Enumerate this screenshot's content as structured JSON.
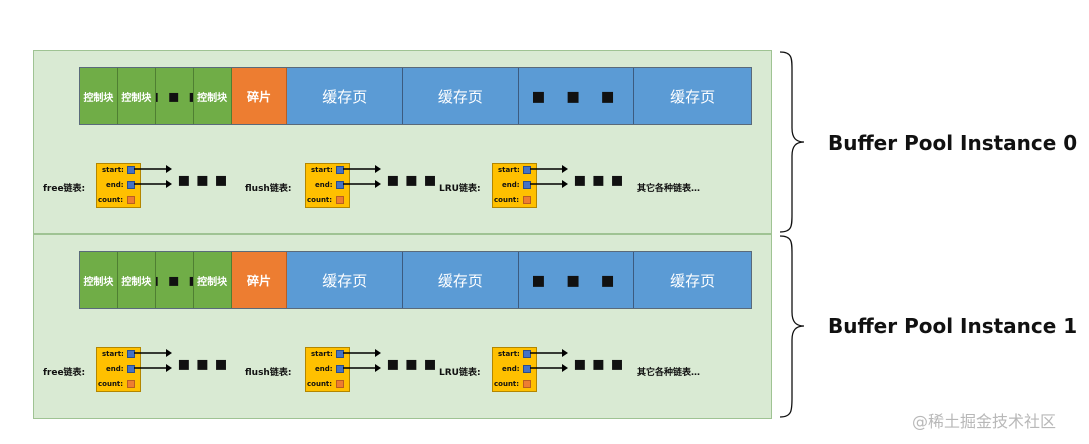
{
  "instances": [
    {
      "label": "Buffer Pool Instance 0",
      "pages": {
        "control_blocks": [
          "控制块",
          "控制块",
          "▪ ▪ ▪",
          "控制块"
        ],
        "fragment": "碎片",
        "cache_pages": [
          "缓存页",
          "缓存页",
          "▪ ▪ ▪",
          "缓存页"
        ]
      },
      "lists": [
        {
          "label": "free链表:",
          "fields": [
            "start:",
            "end:",
            "count:"
          ],
          "dots": "▪▪▪"
        },
        {
          "label": "flush链表:",
          "fields": [
            "start:",
            "end:",
            "count:"
          ],
          "dots": "▪▪▪"
        },
        {
          "label": "LRU链表:",
          "fields": [
            "start:",
            "end:",
            "count:"
          ],
          "dots": "▪▪▪"
        }
      ],
      "other": "其它各种链表…"
    },
    {
      "label": "Buffer Pool Instance 1",
      "pages": {
        "control_blocks": [
          "控制块",
          "控制块",
          "▪ ▪ ▪",
          "控制块"
        ],
        "fragment": "碎片",
        "cache_pages": [
          "缓存页",
          "缓存页",
          "▪ ▪ ▪",
          "缓存页"
        ]
      },
      "lists": [
        {
          "label": "free链表:",
          "fields": [
            "start:",
            "end:",
            "count:"
          ],
          "dots": "▪▪▪"
        },
        {
          "label": "flush链表:",
          "fields": [
            "start:",
            "end:",
            "count:"
          ],
          "dots": "▪▪▪"
        },
        {
          "label": "LRU链表:",
          "fields": [
            "start:",
            "end:",
            "count:"
          ],
          "dots": "▪▪▪"
        }
      ],
      "other": "其它各种链表…"
    }
  ],
  "watermark": "@稀土掘金技术社区",
  "colors": {
    "instance_bg": "#d9ead3",
    "control_block": "#70ad47",
    "fragment": "#ed7d31",
    "cache_page": "#5b9bd5",
    "list_box": "#ffc000",
    "pointer": "#4472c4",
    "count": "#ed7d31"
  }
}
